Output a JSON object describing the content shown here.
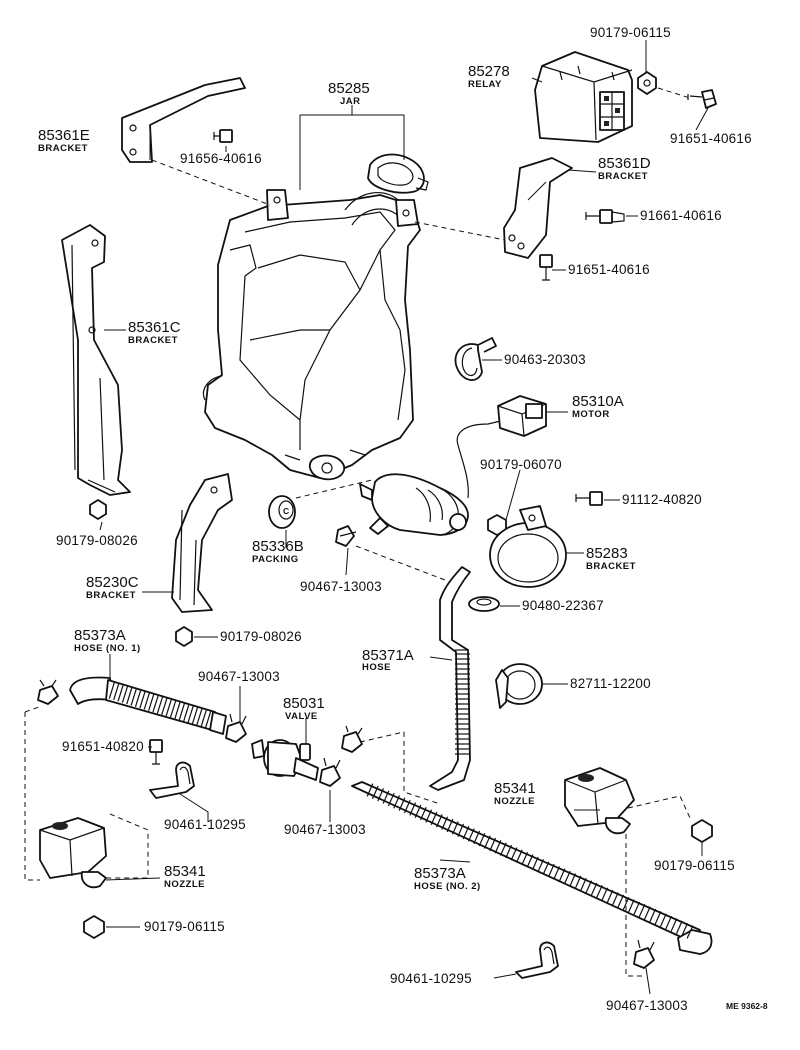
{
  "callouts": [
    {
      "id": "relay",
      "number": "85278",
      "name": "RELAY"
    },
    {
      "id": "jar",
      "number": "85285",
      "name": "JAR"
    },
    {
      "id": "bracket-e",
      "number": "85361E",
      "name": "BRACKET"
    },
    {
      "id": "bracket-d",
      "number": "85361D",
      "name": "BRACKET"
    },
    {
      "id": "bracket-c",
      "number": "85361C",
      "name": "BRACKET"
    },
    {
      "id": "motor",
      "number": "85310A",
      "name": "MOTOR"
    },
    {
      "id": "packing",
      "number": "85336B",
      "name": "PACKING"
    },
    {
      "id": "bracket-230c",
      "number": "85230C",
      "name": "BRACKET"
    },
    {
      "id": "bracket-283",
      "number": "85283",
      "name": "BRACKET"
    },
    {
      "id": "hose-371a",
      "number": "85371A",
      "name": "HOSE"
    },
    {
      "id": "hose-no1",
      "number": "85373A",
      "name": "HOSE (NO. 1)"
    },
    {
      "id": "valve",
      "number": "85031",
      "name": "VALVE"
    },
    {
      "id": "nozzle-right",
      "number": "85341",
      "name": "NOZZLE"
    },
    {
      "id": "nozzle-left",
      "number": "85341",
      "name": "NOZZLE"
    },
    {
      "id": "hose-no2",
      "number": "85373A",
      "name": "HOSE (NO. 2)"
    }
  ],
  "fasteners": [
    {
      "id": "nut-top-right",
      "number": "90179-06115"
    },
    {
      "id": "bolt-relay",
      "number": "91651-40616"
    },
    {
      "id": "bolt-jar-top",
      "number": "91656-40616"
    },
    {
      "id": "bolt-bracket-d",
      "number": "91661-40616"
    },
    {
      "id": "bolt-bracket-d-low",
      "number": "91651-40616"
    },
    {
      "id": "clamp-upper",
      "number": "90463-20303"
    },
    {
      "id": "nut-motor",
      "number": "90179-06070"
    },
    {
      "id": "bolt-283",
      "number": "91112-40820"
    },
    {
      "id": "nut-bracket-c",
      "number": "90179-08026"
    },
    {
      "id": "clip-motor",
      "number": "90467-13003"
    },
    {
      "id": "grommet",
      "number": "90480-22367"
    },
    {
      "id": "nut-230c",
      "number": "90179-08026"
    },
    {
      "id": "clamp-hose",
      "number": "82711-12200"
    },
    {
      "id": "clip-valve-left",
      "number": "90467-13003"
    },
    {
      "id": "bolt-clamp",
      "number": "91651-40820"
    },
    {
      "id": "clamp-left",
      "number": "90461-10295"
    },
    {
      "id": "clip-valve-right",
      "number": "90467-13003"
    },
    {
      "id": "nut-right-nozzle",
      "number": "90179-06115"
    },
    {
      "id": "nut-left-nozzle",
      "number": "90179-06115"
    },
    {
      "id": "clamp-right",
      "number": "90461-10295"
    },
    {
      "id": "clip-bottom",
      "number": "90467-13003"
    }
  ],
  "drawing_code": "ME 9362-8"
}
